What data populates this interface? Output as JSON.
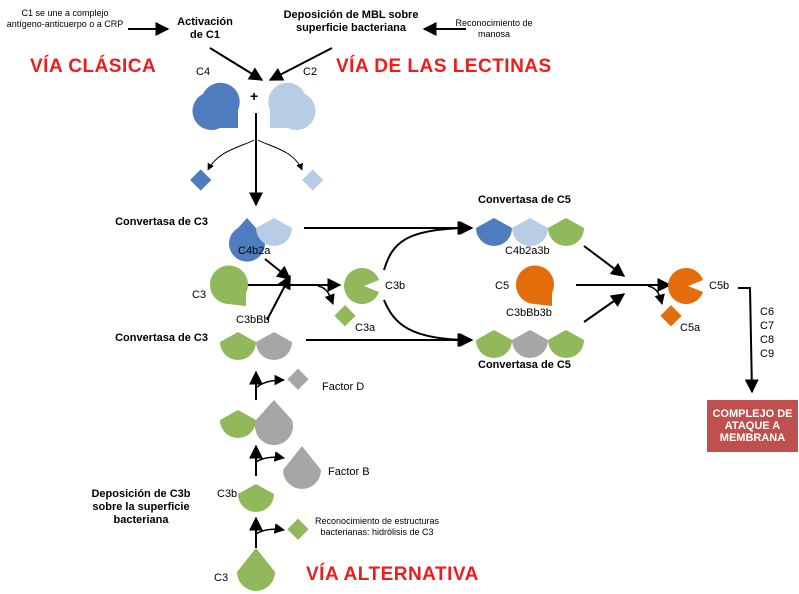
{
  "colors": {
    "c4": "#4f7cbe",
    "c2": "#b7cde6",
    "c3": "#91b85a",
    "factorB": "#a6a6a6",
    "c5": "#e46c0a",
    "pathway": "#ee1c1c",
    "mac": "#c0504d"
  },
  "classical": {
    "trigger": "C1 se une a complejo antígeno-anticuerpo o a CRP",
    "activation": "Activación de C1",
    "title": "VÍA CLÁSICA"
  },
  "lectin": {
    "deposition": "Deposición de MBL sobre superficie bacteriana",
    "recognition": "Reconocimiento de manosa",
    "title": "VÍA DE LAS LECTINAS"
  },
  "alternative": {
    "title": "VÍA ALTERNATIVA",
    "c3b_deposition": "Deposición de C3b sobre la superficie bacteriana",
    "recognition": "Reconocimiento de estructuras bacterianas: hidrólisis de C3"
  },
  "labels": {
    "c4": "C4",
    "c2": "C2",
    "plus": "+",
    "c3_convertase_classical": "Convertasa de C3",
    "c4b2a": "C4b2a",
    "c3": "C3",
    "c3b": "C3b",
    "c3a": "C3a",
    "c3_convertase_alternative": "Convertasa de C3",
    "c3bBb": "C3bBb",
    "factor_d": "Factor D",
    "factor_b": "Factor B",
    "c3b_alt": "C3b",
    "c3_bottom": "C3",
    "c5_convertase_top": "Convertasa de C5",
    "c4b2a3b": "C4b2a3b",
    "c5": "C5",
    "c3bBb3b": "C3bBb3b",
    "c5_convertase_bottom": "Convertasa de C5",
    "c5b": "C5b",
    "c5a": "C5a",
    "c6": "C6",
    "c7": "C7",
    "c8": "C8",
    "c9": "C9",
    "mac": "COMPLEJO DE ATAQUE A MEMBRANA"
  }
}
